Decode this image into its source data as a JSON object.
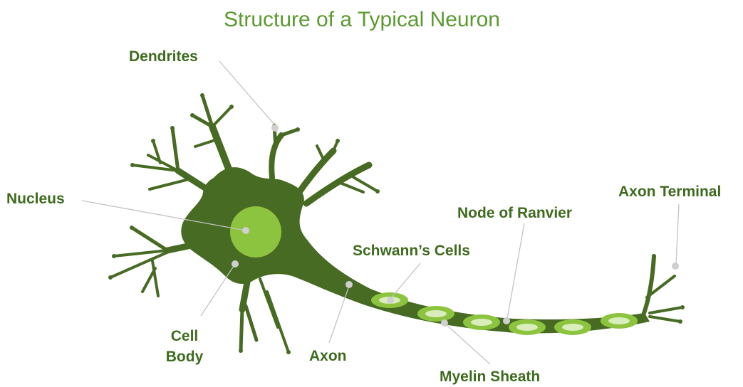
{
  "title": "Structure of a Typical Neuron",
  "labels": {
    "dendrites": "Dendrites",
    "nucleus": "Nucleus",
    "cell": "Cell",
    "body": "Body",
    "axon": "Axon",
    "schwann": "Schwann’s Cells",
    "node_of_ranvier": "Node of Ranvier",
    "myelin_sheath": "Myelin Sheath",
    "axon_terminal": "Axon Terminal"
  },
  "colors": {
    "neuron_dark_green": "#476b22",
    "nucleus_light_green": "#8cc440",
    "myelin_green": "#8cc440",
    "myelin_inner": "#d9eebc",
    "title_green": "#5a9a2e",
    "label_green": "#3e6b1e",
    "leader_gray": "#c4c4c4"
  }
}
